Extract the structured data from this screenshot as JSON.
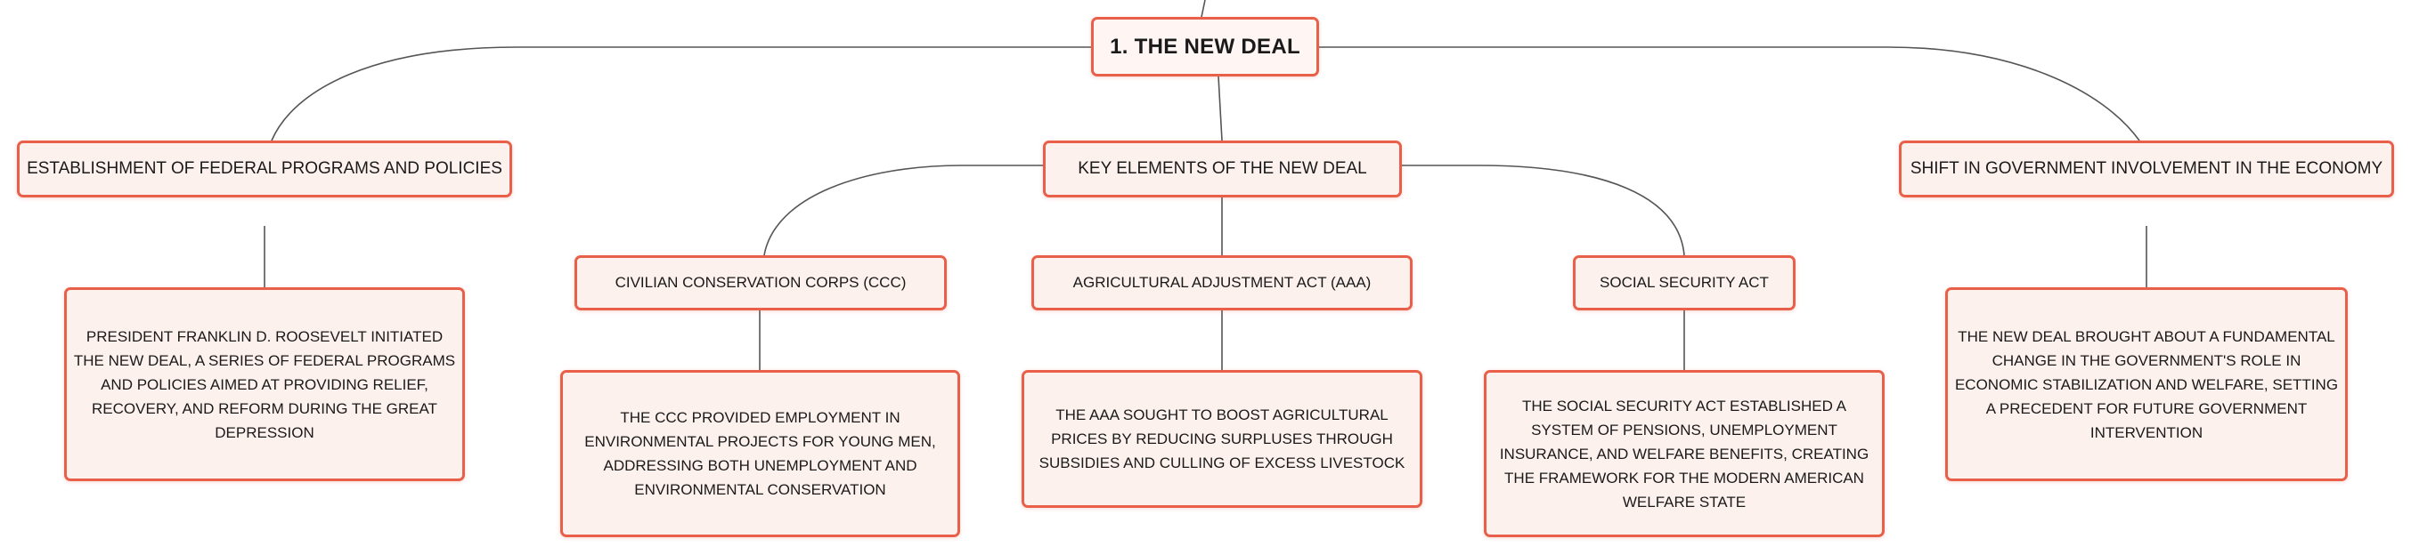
{
  "colors": {
    "node_border": "#e8604a",
    "node_fill": "#fdf1ed",
    "connector": "#555555",
    "text": "#1a1a1a"
  },
  "mindmap": {
    "root": {
      "label": "1. THE NEW DEAL"
    },
    "branches": [
      {
        "label": "ESTABLISHMENT OF FEDERAL PROGRAMS AND POLICIES",
        "detail": "PRESIDENT FRANKLIN D. ROOSEVELT INITIATED THE NEW DEAL, A SERIES OF FEDERAL PROGRAMS AND POLICIES AIMED AT PROVIDING RELIEF, RECOVERY, AND REFORM DURING THE GREAT DEPRESSION"
      },
      {
        "label": "KEY ELEMENTS OF THE NEW DEAL",
        "children": [
          {
            "label": "CIVILIAN CONSERVATION CORPS (CCC)",
            "detail": "THE CCC PROVIDED EMPLOYMENT IN ENVIRONMENTAL PROJECTS FOR YOUNG MEN, ADDRESSING BOTH UNEMPLOYMENT AND ENVIRONMENTAL CONSERVATION"
          },
          {
            "label": "AGRICULTURAL ADJUSTMENT ACT (AAA)",
            "detail": "THE AAA SOUGHT TO BOOST AGRICULTURAL PRICES BY REDUCING SURPLUSES THROUGH SUBSIDIES AND CULLING OF EXCESS LIVESTOCK"
          },
          {
            "label": "SOCIAL SECURITY ACT",
            "detail": "THE SOCIAL SECURITY ACT ESTABLISHED A SYSTEM OF PENSIONS, UNEMPLOYMENT INSURANCE, AND WELFARE BENEFITS, CREATING THE FRAMEWORK FOR THE MODERN AMERICAN WELFARE STATE"
          }
        ]
      },
      {
        "label": "SHIFT IN GOVERNMENT INVOLVEMENT IN THE ECONOMY",
        "detail": "THE NEW DEAL BROUGHT ABOUT A FUNDAMENTAL CHANGE IN THE GOVERNMENT'S ROLE IN ECONOMIC STABILIZATION AND WELFARE, SETTING A PRECEDENT FOR FUTURE GOVERNMENT INTERVENTION"
      }
    ]
  }
}
